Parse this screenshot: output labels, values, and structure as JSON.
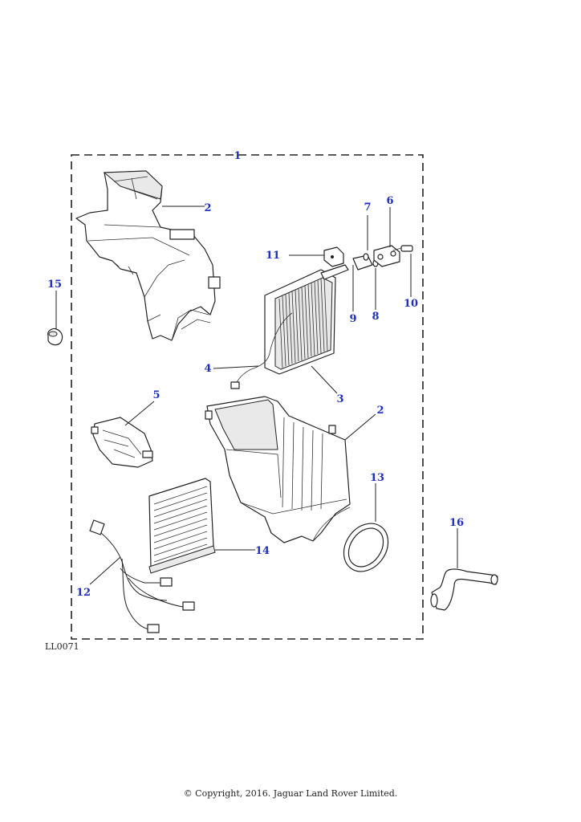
{
  "diagram": {
    "reference_code": "LL0071",
    "copyright": "© Copyright, 2016. Jaguar Land Rover Limited.",
    "callouts": {
      "c1": "1",
      "c2_top": "2",
      "c2_mid": "2",
      "c3": "3",
      "c4": "4",
      "c5": "5",
      "c6": "6",
      "c7": "7",
      "c8": "8",
      "c9": "9",
      "c10": "10",
      "c11": "11",
      "c12": "12",
      "c13": "13",
      "c14": "14",
      "c15": "15",
      "c16": "16"
    },
    "colors": {
      "callout": "#1f2fbf",
      "line": "#222222"
    }
  }
}
